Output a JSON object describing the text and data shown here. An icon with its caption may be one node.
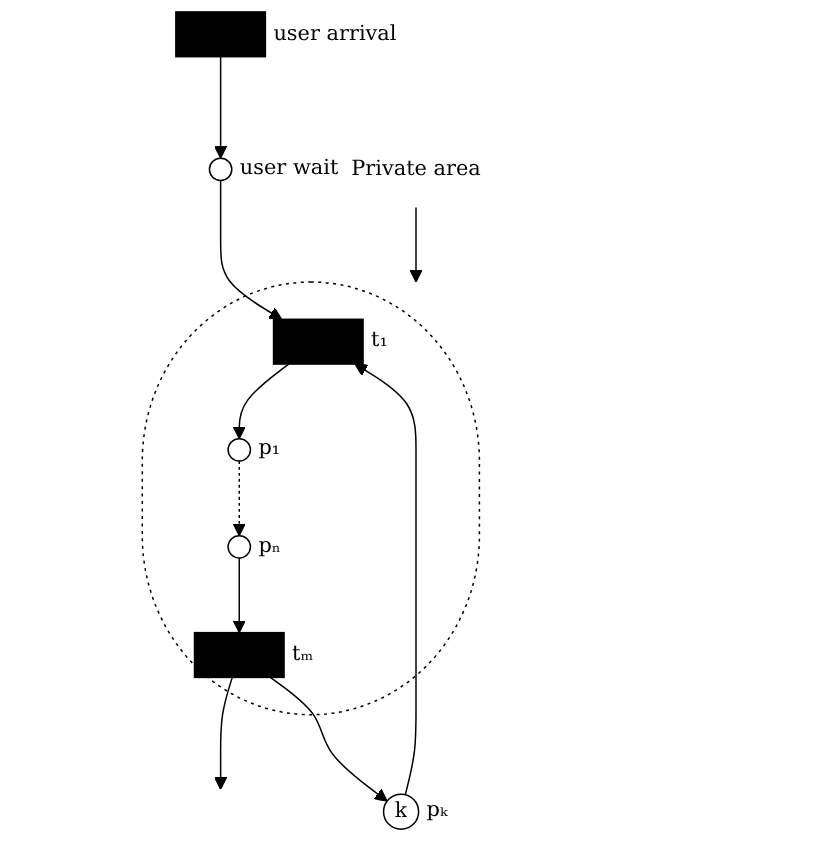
{
  "diagram": {
    "nodes": [
      {
        "text": [],
        "shape": "bar",
        "beside": [
          "user arrival"
        ]
      },
      {
        "text": [],
        "shape": "circle",
        "beside": [
          "user wait"
        ]
      },
      {
        "text": [],
        "shape": "ellipse"
      },
      {
        "text": [],
        "shape": "bar",
        "beside": [
          "t₁"
        ],
        "in": 2
      },
      {
        "text": [],
        "shape": "circle",
        "beside": [
          "p₁"
        ],
        "in": 2
      },
      {
        "text": [],
        "shape": "circle",
        "beside": [
          "pₙ"
        ],
        "in": 2
      },
      {
        "text": [],
        "shape": "bar",
        "beside": [
          "tₘ"
        ],
        "in": 2
      },
      {
        "text": [
          "k"
        ],
        "beside": [
          "pₖ"
        ]
      },
      {
        "text": [
          "Private area"
        ]
      }
    ],
    "edges": [
      {
        "from": 0,
        "to": 1,
        "arrow": "to"
      },
      {
        "from": 1,
        "to": 3,
        "arrow": "to"
      },
      {
        "from": 3,
        "to": 4,
        "arrow": "to"
      },
      {
        "from": 4,
        "to": 5,
        "arrow": "to",
        "style": "dashed"
      },
      {
        "from": 5,
        "to": 6,
        "arrow": "to"
      },
      {
        "from": 6,
        "to": null,
        "arrow": "to"
      },
      {
        "from": 6,
        "to": 7,
        "arrow": "to"
      },
      {
        "from": 7,
        "to": 3,
        "arrow": "to"
      },
      {
        "from": 8,
        "to": 2,
        "arrow": "to"
      }
    ]
  }
}
